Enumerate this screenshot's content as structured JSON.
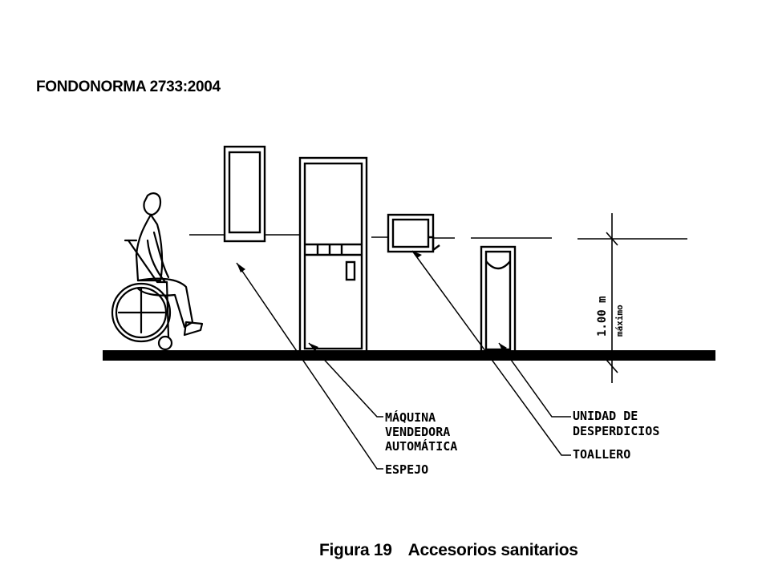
{
  "header": {
    "standard": "FONDONORMA 2733:2004"
  },
  "caption": {
    "figure": "Figura 19",
    "title": "Accesorios sanitarios"
  },
  "drawing": {
    "labels": {
      "vending_1": "MÁQUINA",
      "vending_2": "VENDEDORA",
      "vending_3": "AUTOMÁTICA",
      "mirror": "ESPEJO",
      "waste_1": "UNIDAD DE",
      "waste_2": "DESPERDICIOS",
      "towel": "TOALLERO"
    },
    "dimension": {
      "value": "1.00 m",
      "qualifier": "máximo"
    }
  }
}
